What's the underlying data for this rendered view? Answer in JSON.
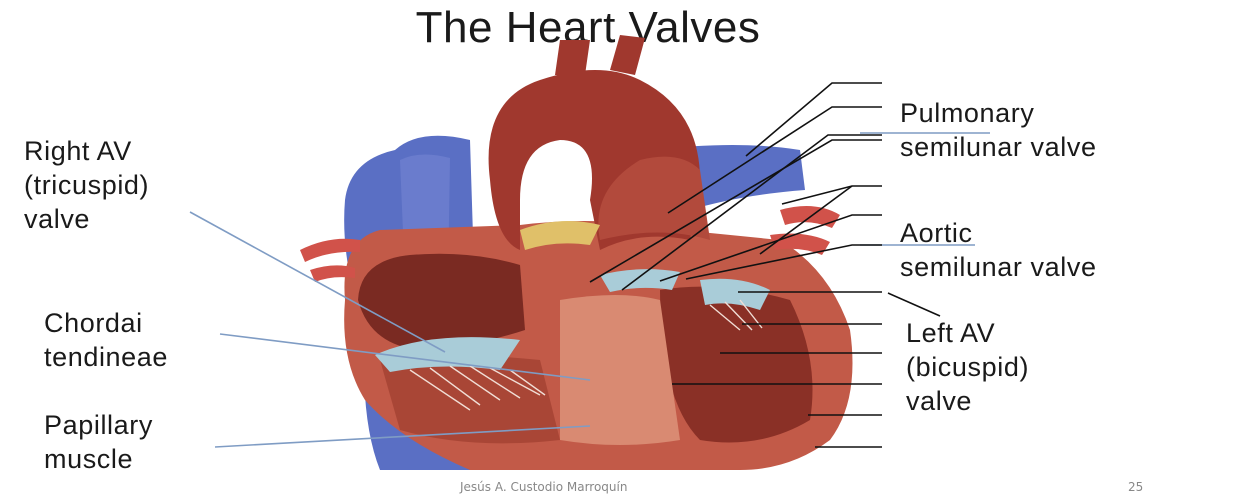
{
  "title": "The Heart Valves",
  "labels": {
    "right_av": [
      "Right AV",
      "(tricuspid)",
      "valve"
    ],
    "chordae": [
      "Chordai",
      "tendineae"
    ],
    "papillary": [
      "Papillary",
      "muscle"
    ],
    "pulmonary": [
      "Pulmonary",
      "semilunar valve"
    ],
    "aortic": [
      "Aortic",
      "semilunar valve"
    ],
    "left_av": [
      "Left AV",
      "(bicuspid)",
      "valve"
    ]
  },
  "footer": {
    "author": "Jesús A. Custodio Marroquín",
    "page": "25"
  },
  "colors": {
    "vein_blue": "#5a6fc4",
    "muscle_red": "#a0382e",
    "chamber_dark": "#7a2a22",
    "tissue_pink": "#d98a72",
    "valve_blue": "#a9ccd8",
    "fat_yellow": "#e0c069",
    "leader_black": "#111111",
    "leader_blue": "#7f9cc4"
  }
}
